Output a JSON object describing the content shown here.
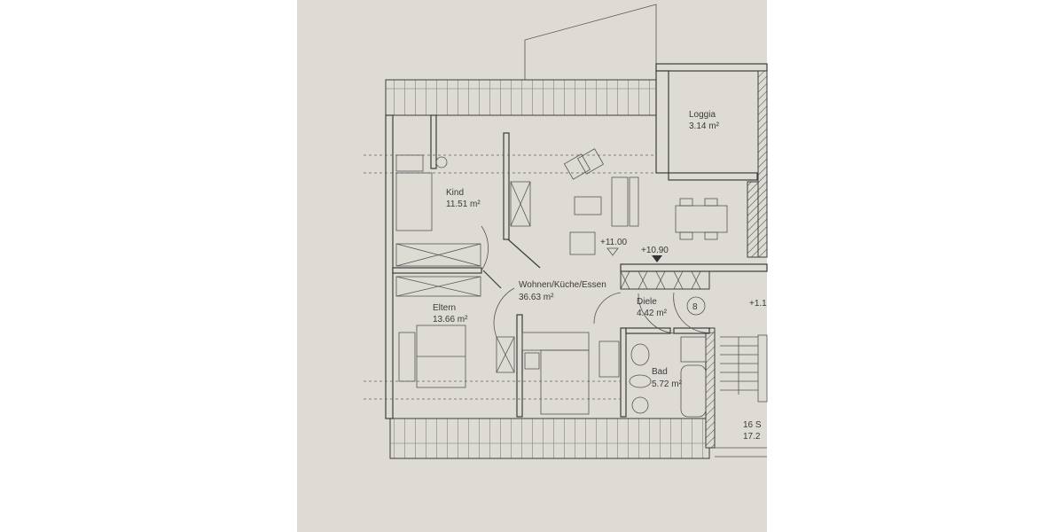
{
  "rooms": {
    "loggia": {
      "name": "Loggia",
      "area": "3.14 m²"
    },
    "kind": {
      "name": "Kind",
      "area": "11.51 m²"
    },
    "eltern": {
      "name": "Eltern",
      "area": "13.66 m²"
    },
    "wohnen": {
      "name": "Wohnen/Küche/Essen",
      "area": "36.63 m²"
    },
    "diele": {
      "name": "Diele",
      "area": "4.42 m²"
    },
    "bad": {
      "name": "Bad",
      "area": "5.72 m²"
    }
  },
  "levels": {
    "living": "+11.00",
    "hall": "+10.90",
    "stair": "+1.1"
  },
  "unit_marker": "8",
  "stair": {
    "line1": "16 S",
    "line2": "17.2"
  }
}
